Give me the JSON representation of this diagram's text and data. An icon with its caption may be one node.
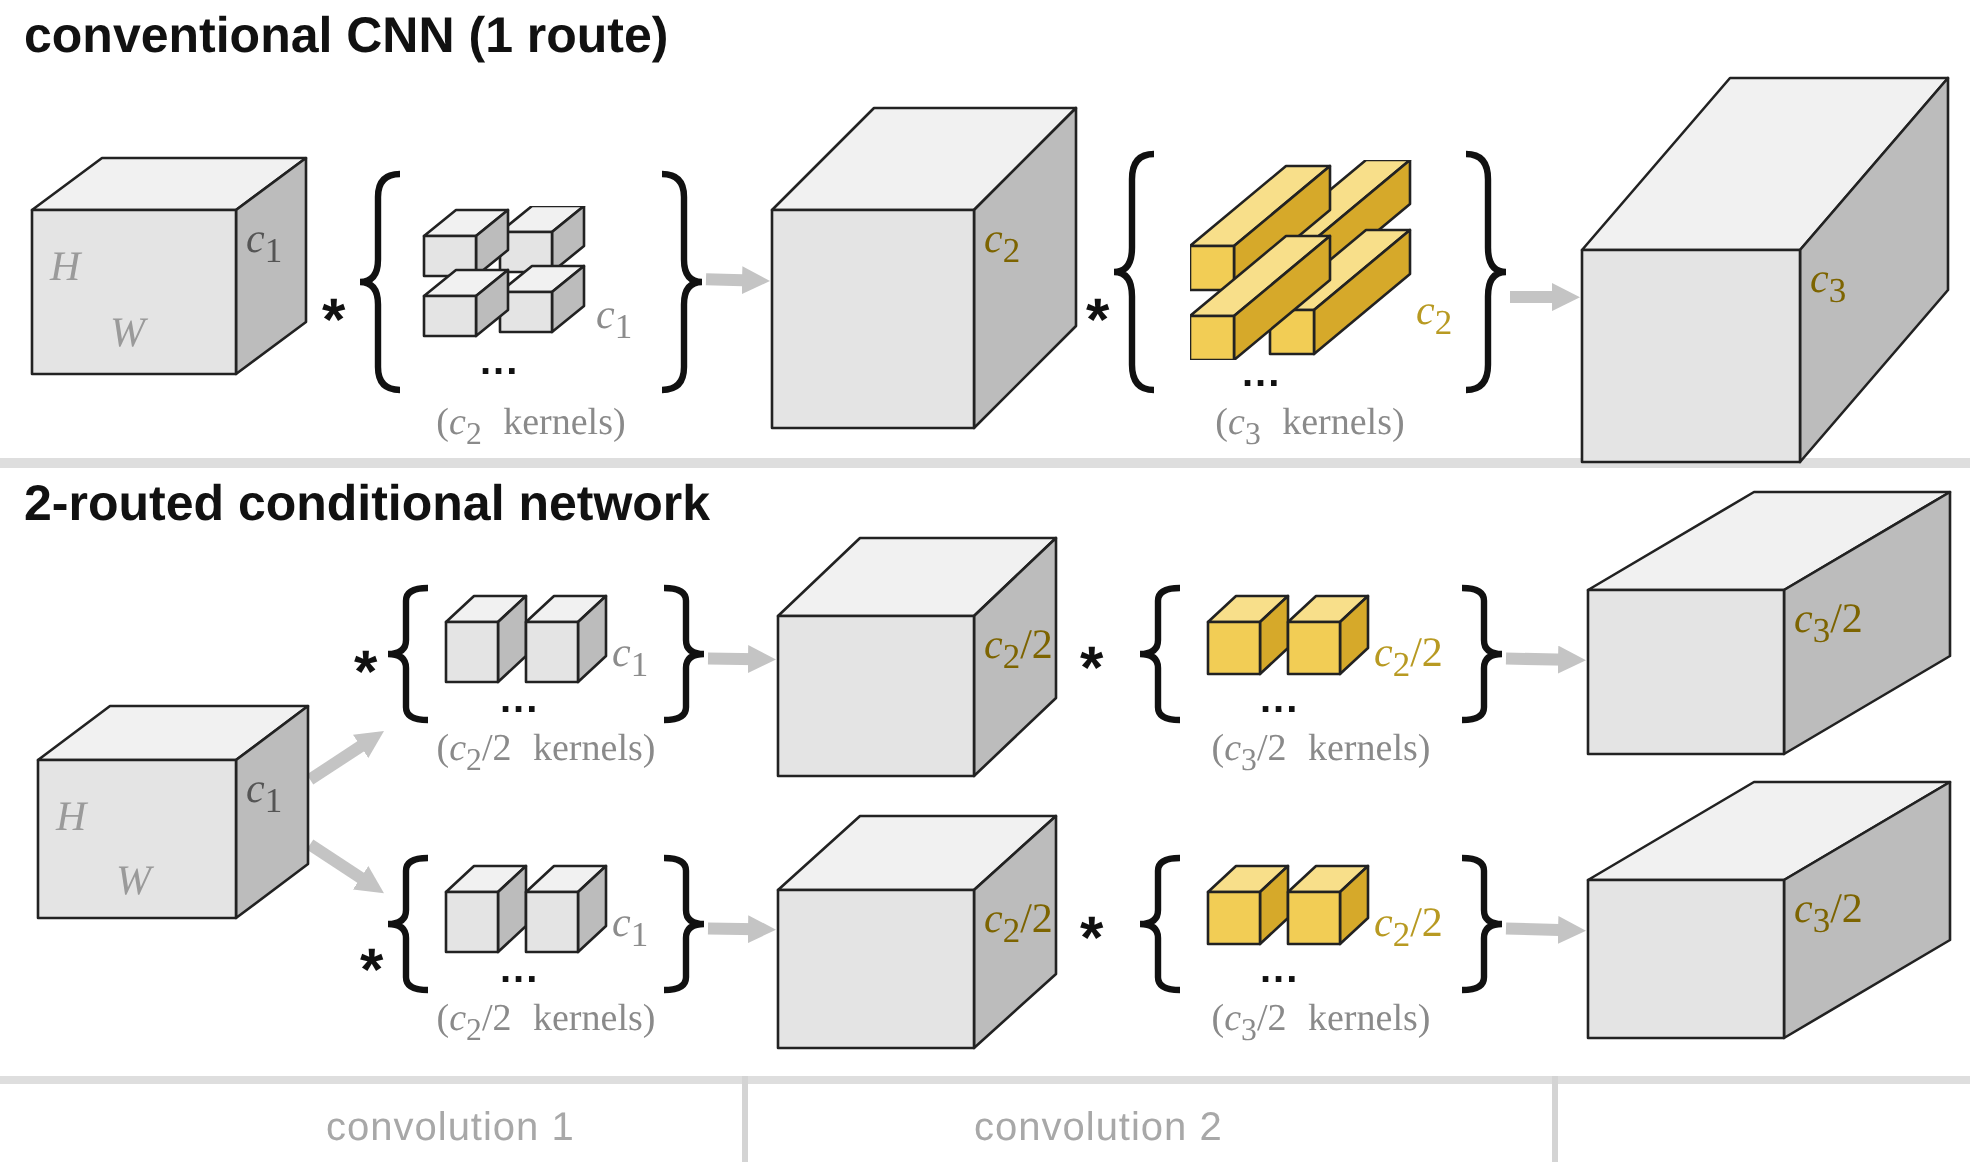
{
  "diagram": {
    "nodes": [
      {
        "text": [
          "*H*",
          "*W*",
          "*c*$_{1}$"
        ]
      },
      {
        "text": [
          "*c*$_{1}$",
          "..."
        ],
        "beside": [
          "(*c*$_{2}$ kernels)"
        ]
      },
      {
        "text": [
          "*c*$_{2}$"
        ]
      },
      {
        "text": [
          "*c*$_{2}$",
          "..."
        ],
        "beside": [
          "(*c*$_{3}$ kernels)"
        ]
      },
      {
        "text": [
          "*c*$_{3}$"
        ]
      },
      {
        "text": [
          "*H*",
          "*W*",
          "*c*$_{1}$"
        ]
      },
      {
        "text": [
          "*c*$_{1}$",
          "..."
        ],
        "beside": [
          "(*c*$_{2}$/2 kernels)"
        ]
      },
      {
        "text": [
          "*c*$_{2}$/2"
        ]
      },
      {
        "text": [
          "*c*$_{2}$/2",
          "..."
        ],
        "beside": [
          "(*c*$_{3}$/2 kernels)"
        ]
      },
      {
        "text": [
          "*c*$_{3}$/2"
        ]
      },
      {
        "text": [
          "*c*$_{1}$",
          "..."
        ],
        "beside": [
          "(*c*$_{2}$/2 kernels)"
        ]
      },
      {
        "text": [
          "*c*$_{2}$/2"
        ]
      },
      {
        "text": [
          "*c*$_{2}$/2",
          "..."
        ],
        "beside": [
          "(*c*$_{3}$/2 kernels)"
        ]
      },
      {
        "text": [
          "*c*$_{3}$/2"
        ]
      }
    ],
    "edges": [
      {
        "from": 1,
        "to": 2,
        "arrow": "to"
      },
      {
        "from": 3,
        "to": 4,
        "arrow": "to"
      },
      {
        "from": 5,
        "to": 6,
        "arrow": "to"
      },
      {
        "from": 5,
        "to": 10,
        "arrow": "to"
      },
      {
        "from": 6,
        "to": 7,
        "arrow": "to"
      },
      {
        "from": 8,
        "to": 9,
        "arrow": "to"
      },
      {
        "from": 10,
        "to": 11,
        "arrow": "to"
      },
      {
        "from": 12,
        "to": 13,
        "arrow": "to"
      }
    ],
    "labels": [
      "conventional CNN (1 route)",
      "*",
      "*",
      "2-routed conditional network",
      "*",
      "*",
      "*",
      "*",
      "convolution 1",
      "convolution 2"
    ]
  }
}
